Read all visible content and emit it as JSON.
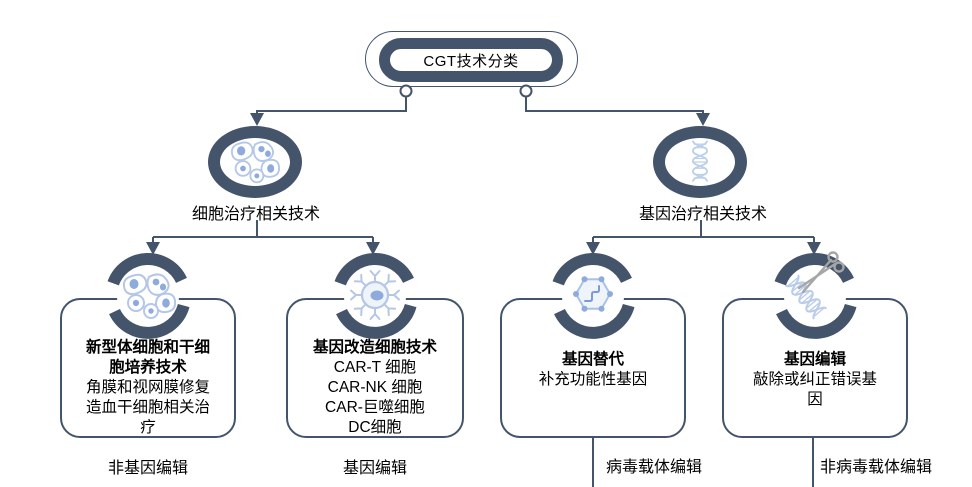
{
  "diagram": {
    "root": {
      "label": "CGT技术分类"
    },
    "level1": [
      {
        "label": "细胞治疗相关技术",
        "icon": "cells-icon"
      },
      {
        "label": "基因治疗相关技术",
        "icon": "dna-helix-icon"
      }
    ],
    "level2": [
      {
        "icon": "stem-cells-icon",
        "title_lines": [
          "新型体细胞和干细",
          "胞培养技术"
        ],
        "body_lines": [
          "角膜和视网膜修复",
          "造血干细胞相关治",
          "疗"
        ],
        "footer": "非基因编辑"
      },
      {
        "icon": "car-t-cell-icon",
        "title_lines": [
          "基因改造细胞技术"
        ],
        "body_lines": [
          "CAR-T 细胞",
          "CAR-NK 细胞",
          "CAR-巨噬细胞",
          "DC细胞"
        ],
        "footer": "基因编辑"
      },
      {
        "icon": "gene-replacement-icon",
        "title_lines": [
          "基因替代"
        ],
        "body_lines": [
          "补充功能性基因"
        ],
        "footer": "病毒载体编辑"
      },
      {
        "icon": "gene-editing-icon",
        "title_lines": [
          "基因编辑"
        ],
        "body_lines": [
          "敲除或纠正错误基",
          "因"
        ],
        "footer": "非病毒载体编辑"
      }
    ],
    "colors": {
      "dark": "#44546A",
      "icon_light_blue": "#B4C7E7",
      "icon_mid_blue": "#8FAADC",
      "icon_fill": "#EFF3FA",
      "scissors_gray": "#A6A6A6",
      "text": "#000000"
    }
  }
}
